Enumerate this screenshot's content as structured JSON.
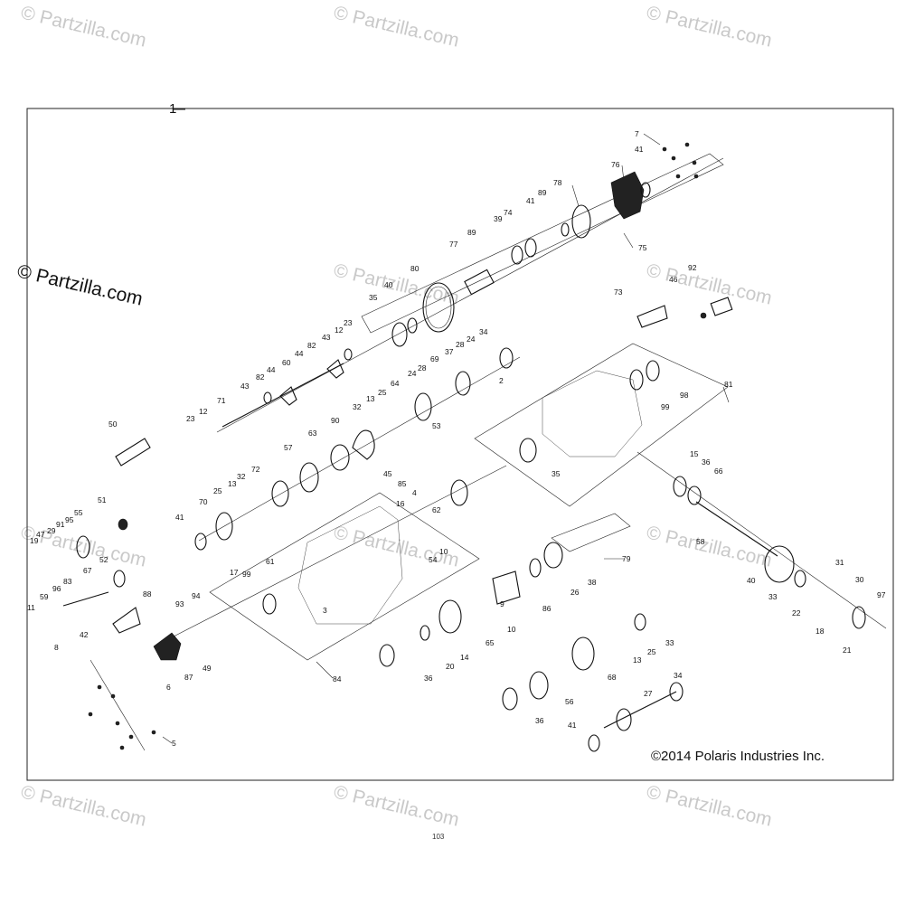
{
  "watermark": "© Partzilla.com",
  "watermark_strong": "© Partzilla.com",
  "assembly_label": "1",
  "copyright": "©2014 Polaris Industries Inc.",
  "page_number": "103",
  "callouts": [
    "7",
    "76",
    "41",
    "78",
    "89",
    "41",
    "74",
    "39",
    "89",
    "77",
    "80",
    "40",
    "35",
    "12",
    "23",
    "43",
    "82",
    "44",
    "60",
    "44",
    "82",
    "43",
    "71",
    "12",
    "23",
    "34",
    "24",
    "28",
    "37",
    "24",
    "69",
    "28",
    "64",
    "25",
    "13",
    "32",
    "2",
    "81",
    "98",
    "99",
    "50",
    "63",
    "90",
    "57",
    "53",
    "45",
    "85",
    "4",
    "72",
    "32",
    "13",
    "25",
    "70",
    "41",
    "35",
    "62",
    "15",
    "36",
    "66",
    "58",
    "16",
    "10",
    "54",
    "61",
    "17",
    "99",
    "51",
    "55",
    "95",
    "91",
    "47",
    "29",
    "19",
    "52",
    "67",
    "88",
    "83",
    "96",
    "59",
    "11",
    "42",
    "93",
    "94",
    "3",
    "84",
    "49",
    "87",
    "6",
    "8",
    "5",
    "79",
    "38",
    "26",
    "86",
    "9",
    "10",
    "65",
    "14",
    "20",
    "36",
    "33",
    "25",
    "13",
    "68",
    "56",
    "36",
    "34",
    "27",
    "41",
    "40",
    "31",
    "30",
    "97",
    "33",
    "22",
    "18",
    "21",
    "92",
    "46",
    "73",
    "75"
  ]
}
